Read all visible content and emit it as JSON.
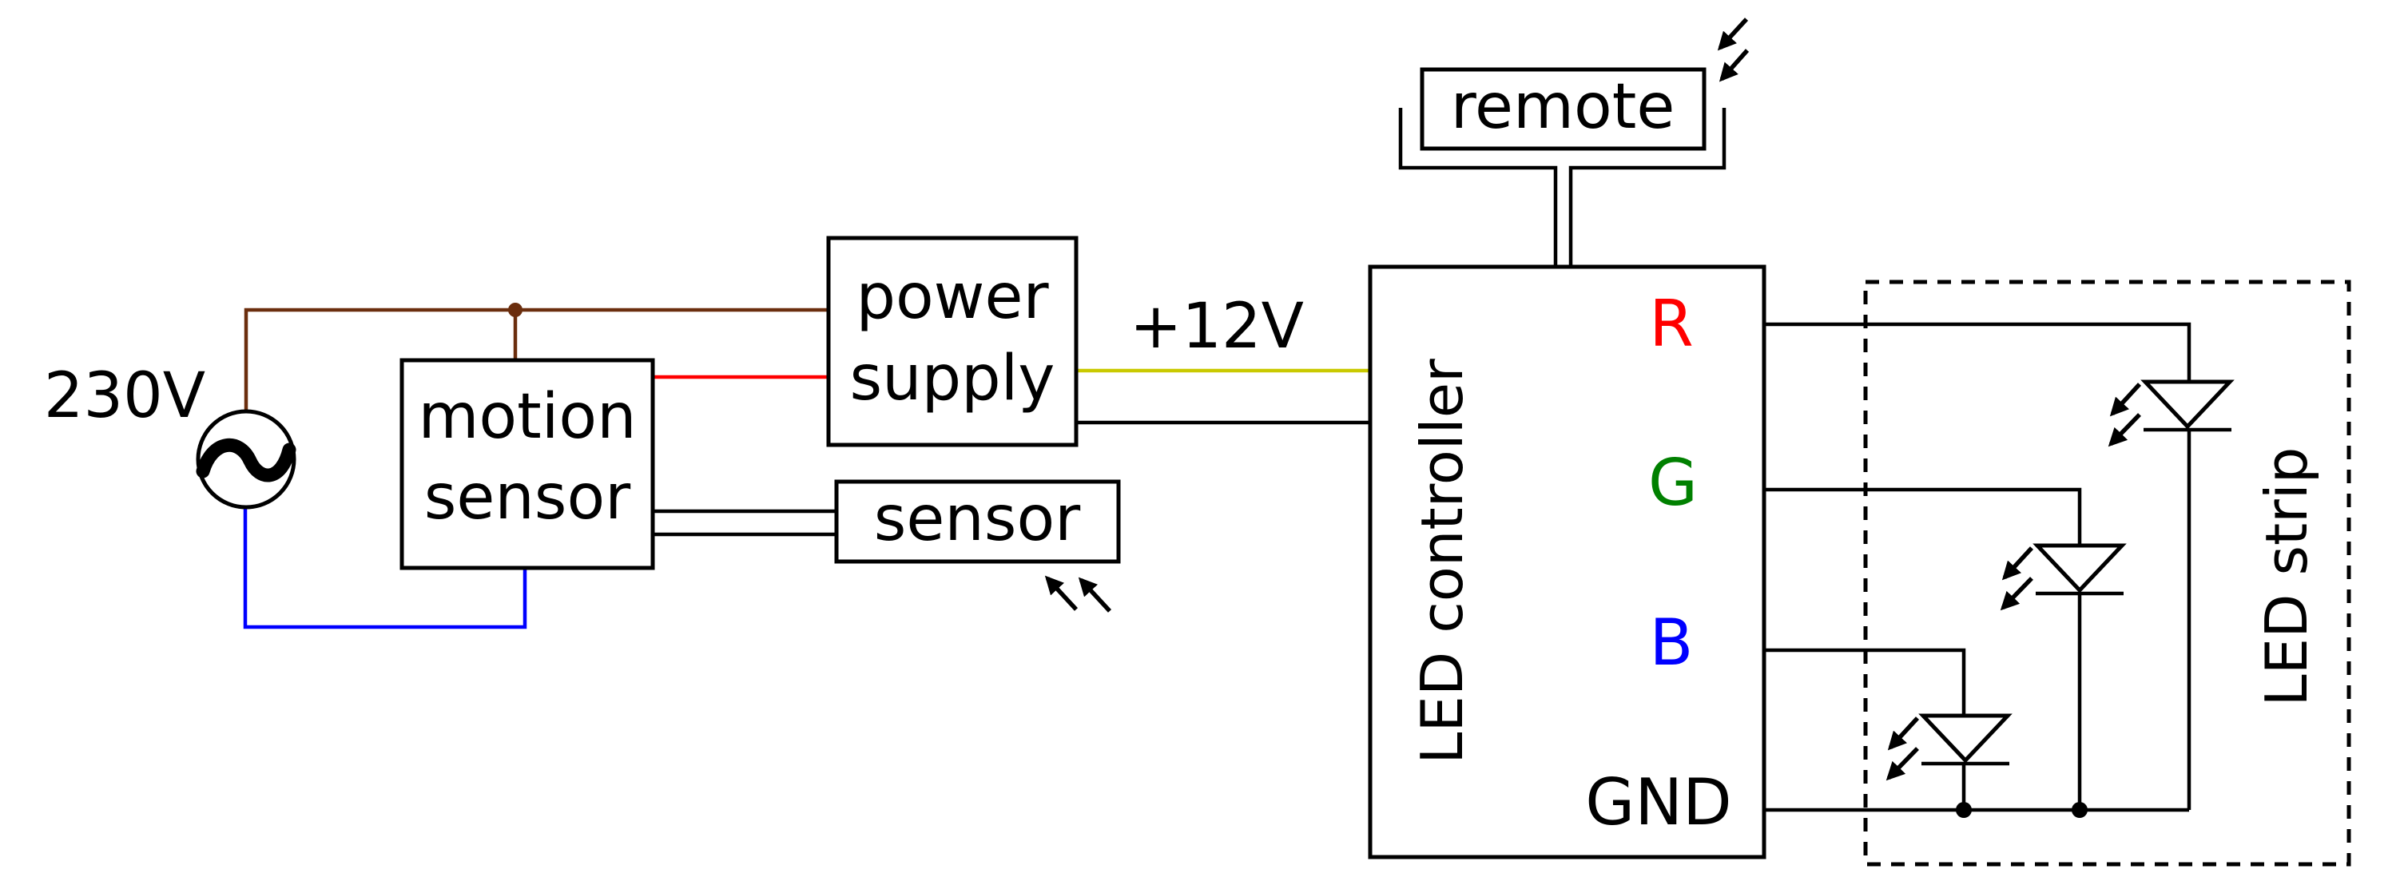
{
  "colors": {
    "background": "#ffffff",
    "ink": "#000000",
    "wire-black": "#000000",
    "wire-brown": "#6b2e0e",
    "wire-blue": "#0000ff",
    "wire-red": "#ff0000",
    "wire-yellow": "#c9c900",
    "label-red": "#ff0000",
    "label-green": "#008000",
    "label-blue": "#0000ff"
  },
  "source": {
    "voltage_label": "230V"
  },
  "rail": {
    "voltage_label": "+12V"
  },
  "boxes": {
    "motion_sensor": {
      "line1": "motion",
      "line2": "sensor"
    },
    "power_supply": {
      "line1": "power",
      "line2": "supply"
    },
    "sensor": {
      "label": "sensor"
    },
    "remote": {
      "label": "remote"
    },
    "led_controller": {
      "label": "LED controller"
    },
    "led_strip": {
      "label": "LED strip"
    }
  },
  "controller_ports": {
    "r": "R",
    "g": "G",
    "b": "B",
    "gnd": "GND"
  }
}
